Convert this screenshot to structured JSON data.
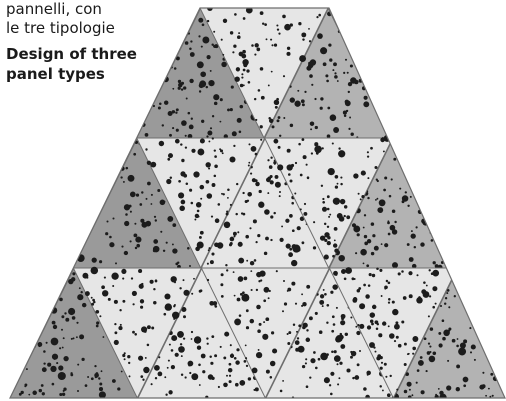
{
  "caption": {
    "italian": [
      "pannelli, con",
      "le tre tipologie"
    ],
    "english": [
      "Design of three",
      "panel types"
    ]
  },
  "figure": {
    "subject": "triangular-panel-pyramid",
    "colors": {
      "light_panel": "#e6e6e6",
      "medium_panel": "#b3b3b3",
      "dark_panel": "#9a9a9a",
      "dots": "#1c1c1c",
      "edges": "#6e6e6e"
    }
  }
}
